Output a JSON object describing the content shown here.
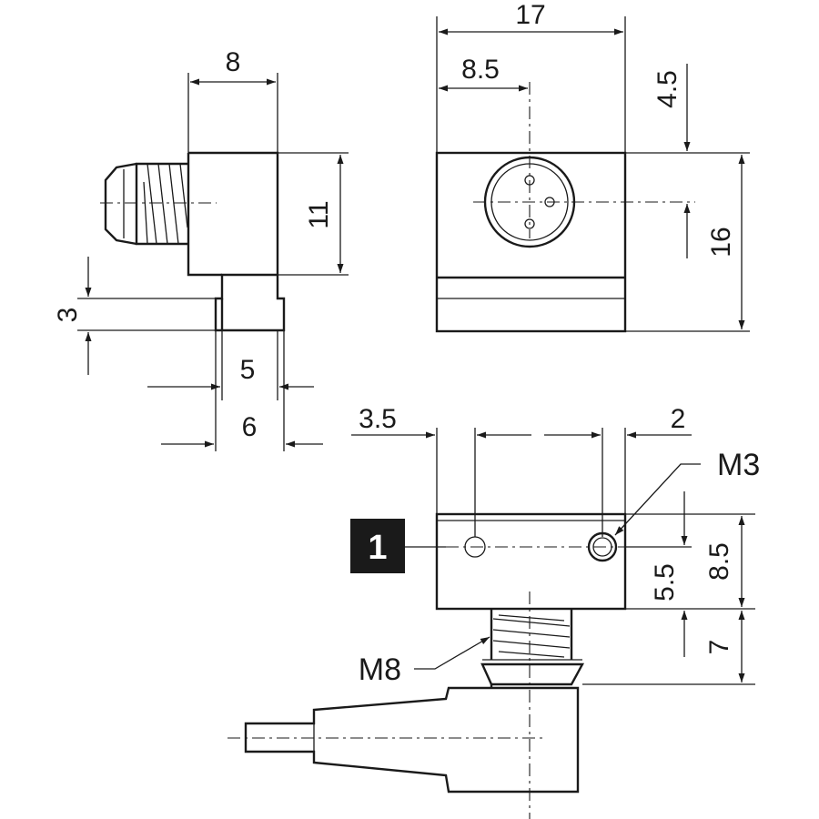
{
  "dimensions": {
    "side_width": "8",
    "side_height": "11",
    "side_tab_height": "3",
    "side_tab_inner": "5",
    "side_tab_outer": "6",
    "front_width": "17",
    "front_center": "8.5",
    "front_offset": "4.5",
    "front_height": "16",
    "bottom_left": "3.5",
    "bottom_right": "2",
    "bottom_height": "8.5",
    "bottom_hole": "5.5",
    "bottom_thread": "7"
  },
  "callouts": {
    "screw_thread": "M3",
    "connector_thread": "M8",
    "item_number": "1"
  },
  "colors": {
    "line": "#1a1a1a",
    "badge_background": "#1a1a1a",
    "badge_text": "#ffffff"
  }
}
